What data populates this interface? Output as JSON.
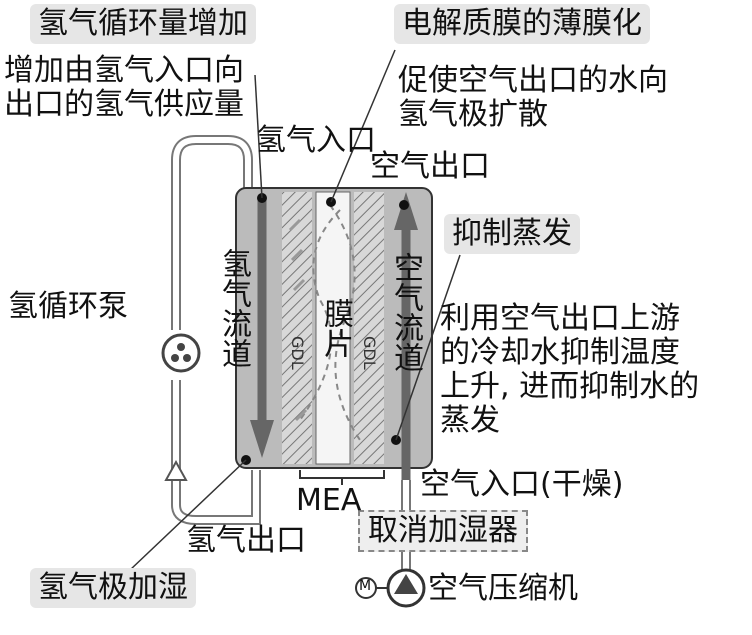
{
  "callouts": {
    "h2_recirc_increase": "氢气循环量增加",
    "h2_recirc_desc_1": "增加由氢气入口向",
    "h2_recirc_desc_2": "出口的氢气供应量",
    "membrane_thin": "电解质膜的薄膜化",
    "membrane_thin_desc_1": "促使空气出口的水向",
    "membrane_thin_desc_2": "氢气极扩散",
    "suppress_evap": "抑制蒸发",
    "suppress_evap_desc_1": "利用空气出口上游",
    "suppress_evap_desc_2": "的冷却水抑制温度",
    "suppress_evap_desc_3": "上升, 进而抑制水的",
    "suppress_evap_desc_4": "蒸发",
    "anode_humid": "氢气极加湿",
    "remove_humidifier": "取消加湿器"
  },
  "labels": {
    "h2_inlet": "氢气入口",
    "air_outlet": "空气出口",
    "h2_pump": "氢循环泵",
    "air_inlet": "空气入口(干燥)",
    "mea": "MEA",
    "h2_outlet": "氢气出口",
    "compressor": "空气压缩机",
    "motor": "M"
  },
  "cell": {
    "h2_channel": "氢气流道",
    "membrane": "膜片",
    "air_channel": "空气流道",
    "gdl_left": "GDL",
    "gdl_right": "GDL"
  }
}
